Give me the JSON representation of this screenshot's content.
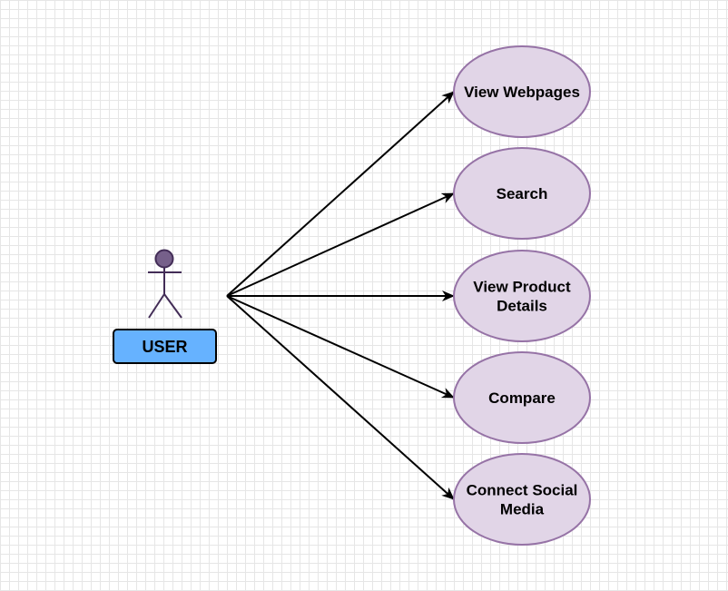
{
  "diagram": {
    "actor": {
      "label": "USER"
    },
    "use_cases": [
      {
        "lines": [
          "View Webpages"
        ]
      },
      {
        "lines": [
          "Search"
        ]
      },
      {
        "lines": [
          "View Product",
          "Details"
        ]
      },
      {
        "lines": [
          "Compare"
        ]
      },
      {
        "lines": [
          "Connect Social",
          "Media"
        ]
      }
    ]
  },
  "colors": {
    "usecase_fill": "#e1d5e7",
    "usecase_stroke": "#9673a6",
    "actor_fill": "#76608a",
    "actor_stroke": "#432d57",
    "label_box_fill": "#66b2ff",
    "label_box_stroke": "#000000",
    "arrow": "#000000"
  }
}
